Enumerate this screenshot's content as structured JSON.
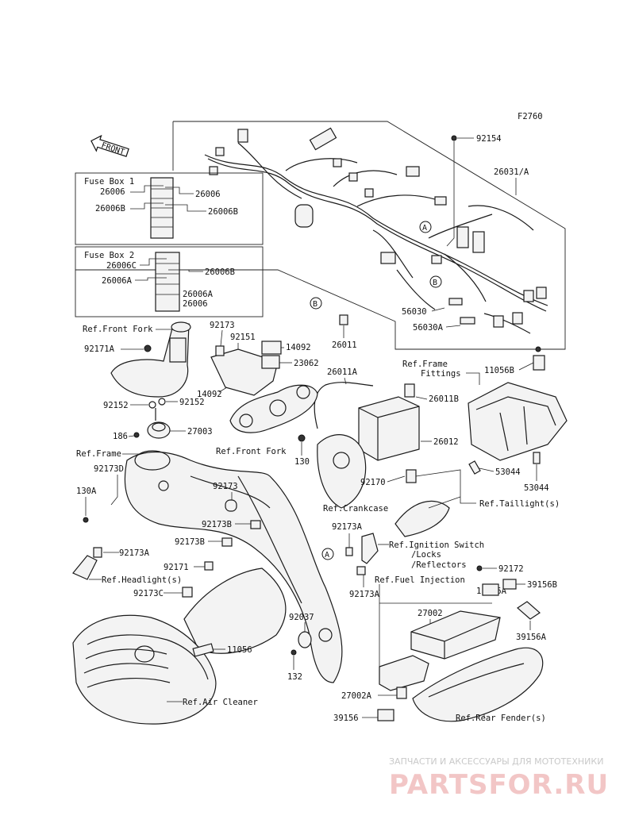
{
  "figure_code": "F2760",
  "front_badge": "FRONT",
  "fuse_box_1": {
    "title": "Fuse Box 1",
    "labels": [
      "26006",
      "26006B",
      "26006",
      "26006B"
    ]
  },
  "fuse_box_2": {
    "title": "Fuse Box 2",
    "labels": [
      "26006C",
      "26006A",
      "26006B",
      "26006A",
      "26006"
    ]
  },
  "callout_markers": {
    "a_top": "A",
    "b_mid": "B",
    "b_left": "B",
    "a_frame": "A"
  },
  "part_labels": {
    "p92154": "92154",
    "p26031a": "26031/A",
    "p56030": "56030",
    "p56030a": "56030A",
    "p26011": "26011",
    "p26011a": "26011A",
    "p26011b": "26011B",
    "p26012": "26012",
    "p130a": "130",
    "p92170": "92170",
    "p11056b": "11056B",
    "p53044a": "53044",
    "p53044b": "53044",
    "p92173_top": "92173",
    "p92151": "92151",
    "p14092_top": "14092",
    "p23062": "23062",
    "p14092_mid": "14092",
    "p92171a": "92171A",
    "p92152_l": "92152",
    "p92152_r": "92152",
    "p186": "186",
    "p27003": "27003",
    "p92173d": "92173D",
    "p130a_left": "130A",
    "p92173_mid": "92173",
    "p92173b_1": "92173B",
    "p92173b_2": "92173B",
    "p92173a_left": "92173A",
    "p92171": "92171",
    "p92173c": "92173C",
    "p92037": "92037",
    "p132": "132",
    "p11056": "11056",
    "p92173a_mid": "92173A",
    "p92173a_low": "92173A",
    "p92172": "92172",
    "p11056a": "11056A",
    "p39156b": "39156B",
    "p27002": "27002",
    "p39156a": "39156A",
    "p27002a": "27002A",
    "p39156": "39156"
  },
  "ref_labels": {
    "front_fork_top": "Ref.Front Fork",
    "front_fork_mid": "Ref.Front Fork",
    "frame": "Ref.Frame",
    "frame_fittings_1": "Ref.Frame",
    "frame_fittings_2": "Fittings",
    "crankcase": "Ref.Crankcase",
    "taillight": "Ref.Taillight(s)",
    "ignition_1": "Ref.Ignition Switch",
    "ignition_2": "/Locks",
    "ignition_3": "/Reflectors",
    "fuel_injection": "Ref.Fuel Injection",
    "headlight": "Ref.Headlight(s)",
    "air_cleaner": "Ref.Air Cleaner",
    "rear_fender": "Ref.Rear Fender(s)"
  },
  "watermark": {
    "line1": "ЗАПЧАСТИ И АКСЕССУАРЫ ДЛЯ МОТОТЕХНИКИ",
    "line2": "PARTSFOR.RU"
  }
}
